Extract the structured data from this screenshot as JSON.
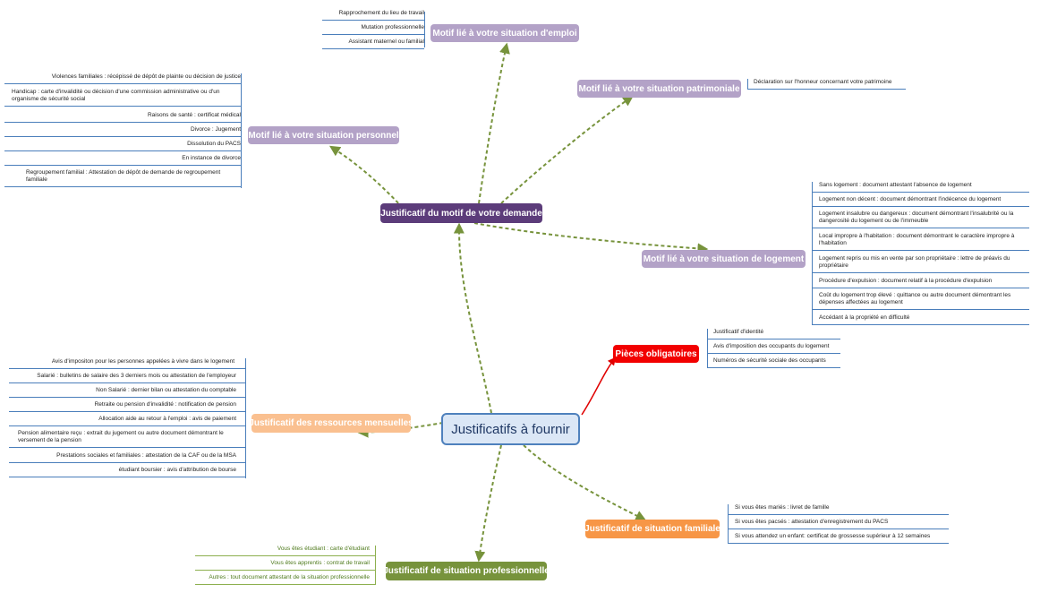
{
  "colors": {
    "root_fill": "#dbe7f6",
    "root_border": "#4f81bd",
    "motif": "#5c3c7a",
    "motif_sub": "#b3a2c7",
    "pieces": "#f20000",
    "ressources": "#fac090",
    "familiale": "#f79646",
    "professionnelle": "#77933c",
    "leaf_line": "#4a7ebb",
    "leaf_line_green": "#8db04f"
  },
  "root": {
    "label": "Justificatifs à fournir"
  },
  "motif": {
    "label": "Justificatif du motif de votre demande",
    "emploi": {
      "label": "Motif lié à votre situation d'emploi",
      "items": [
        "Rapprochement du lieu de travail",
        "Mutation professionnelle",
        "Assistant maternel ou familial"
      ]
    },
    "patrimoniale": {
      "label": "Motif lié à votre situation patrimoniale",
      "items": [
        "Déclaration sur l'honneur concernant votre patrimoine"
      ]
    },
    "personnel": {
      "label": "Motif lié à votre situation personnel",
      "items": [
        "Violences familiales : récépissé de dépôt de plainte ou décision de justice",
        "Handicap : carte d'invalidité ou décision d'une commission administrative ou d'un organisme de sécurité social",
        "Raisons de santé : certificat médical",
        "Divorce : Jugement",
        "Dissolution du PACS",
        "En instance de divorce",
        "Regroupement familial : Attestation de dépôt de demande de regroupement familiale"
      ]
    },
    "logement": {
      "label": "Motif lié à votre situation de logement",
      "items": [
        "Sans logement : document attestant l'absence de logement",
        "Logement non décent : document démontrant l'indécence du logement",
        "Logement insalubre ou dangereux : document démontrant l'insalubrité ou la dangerosité du logement ou de l'immeuble",
        "Local impropre à l'habitation : document démontrant le caractère impropre à l'habitation",
        "Logement repris ou mis en vente par son propriétaire : lettre de préavis du propriétaire",
        "Procédure d'expulsion : document relatif à la procédure d'expulsion",
        "Coût du logement trop élevé : quittance ou autre document démontrant les dépenses affectées au logement",
        "Accédant à la propriété en difficulté"
      ]
    }
  },
  "pieces": {
    "label": "Pièces obligatoires",
    "items": [
      "Justificatif d'identité",
      "Avis d'imposition des occupants du logement",
      "Numéros de sécurité sociale des occupants"
    ]
  },
  "ressources": {
    "label": "Justificatif des ressources mensuelles",
    "items": [
      "Avis d'impositon pour les personnes appelées à vivre dans le logement",
      "Salarié : bulletins de salaire des 3 derniers mois ou attestation de l'employeur",
      "Non Salarié : dernier bilan ou attestation du comptable",
      "Retraite ou pension d'invalidité : notification de pension",
      "Allocation aide au retour à l'emploi : avis de paiement",
      "Pension alimentaire reçu : extrait du jugement ou autre document démontrant le versement de la pension",
      "Prestations sociales et familiales : attestation de la CAF ou de la MSA",
      "étudiant boursier : avis d'attribution de bourse"
    ]
  },
  "familiale": {
    "label": "Justificatif de situation familiale",
    "items": [
      "Si vous êtes mariés : livret de famille",
      "Si vous êtes pacsés : attestation d'enregistrement du PACS",
      "Si vous attendez un enfant: certificat de grossesse supérieur à 12 semaines"
    ]
  },
  "professionnelle": {
    "label": "Justificatif de situation professionnelle",
    "items": [
      "Vous êtes étudiant : carte d'étudiant",
      "Vous êtes apprentis : contrat de travail",
      "Autres : tout document attestant de la situation professionnelle"
    ]
  }
}
